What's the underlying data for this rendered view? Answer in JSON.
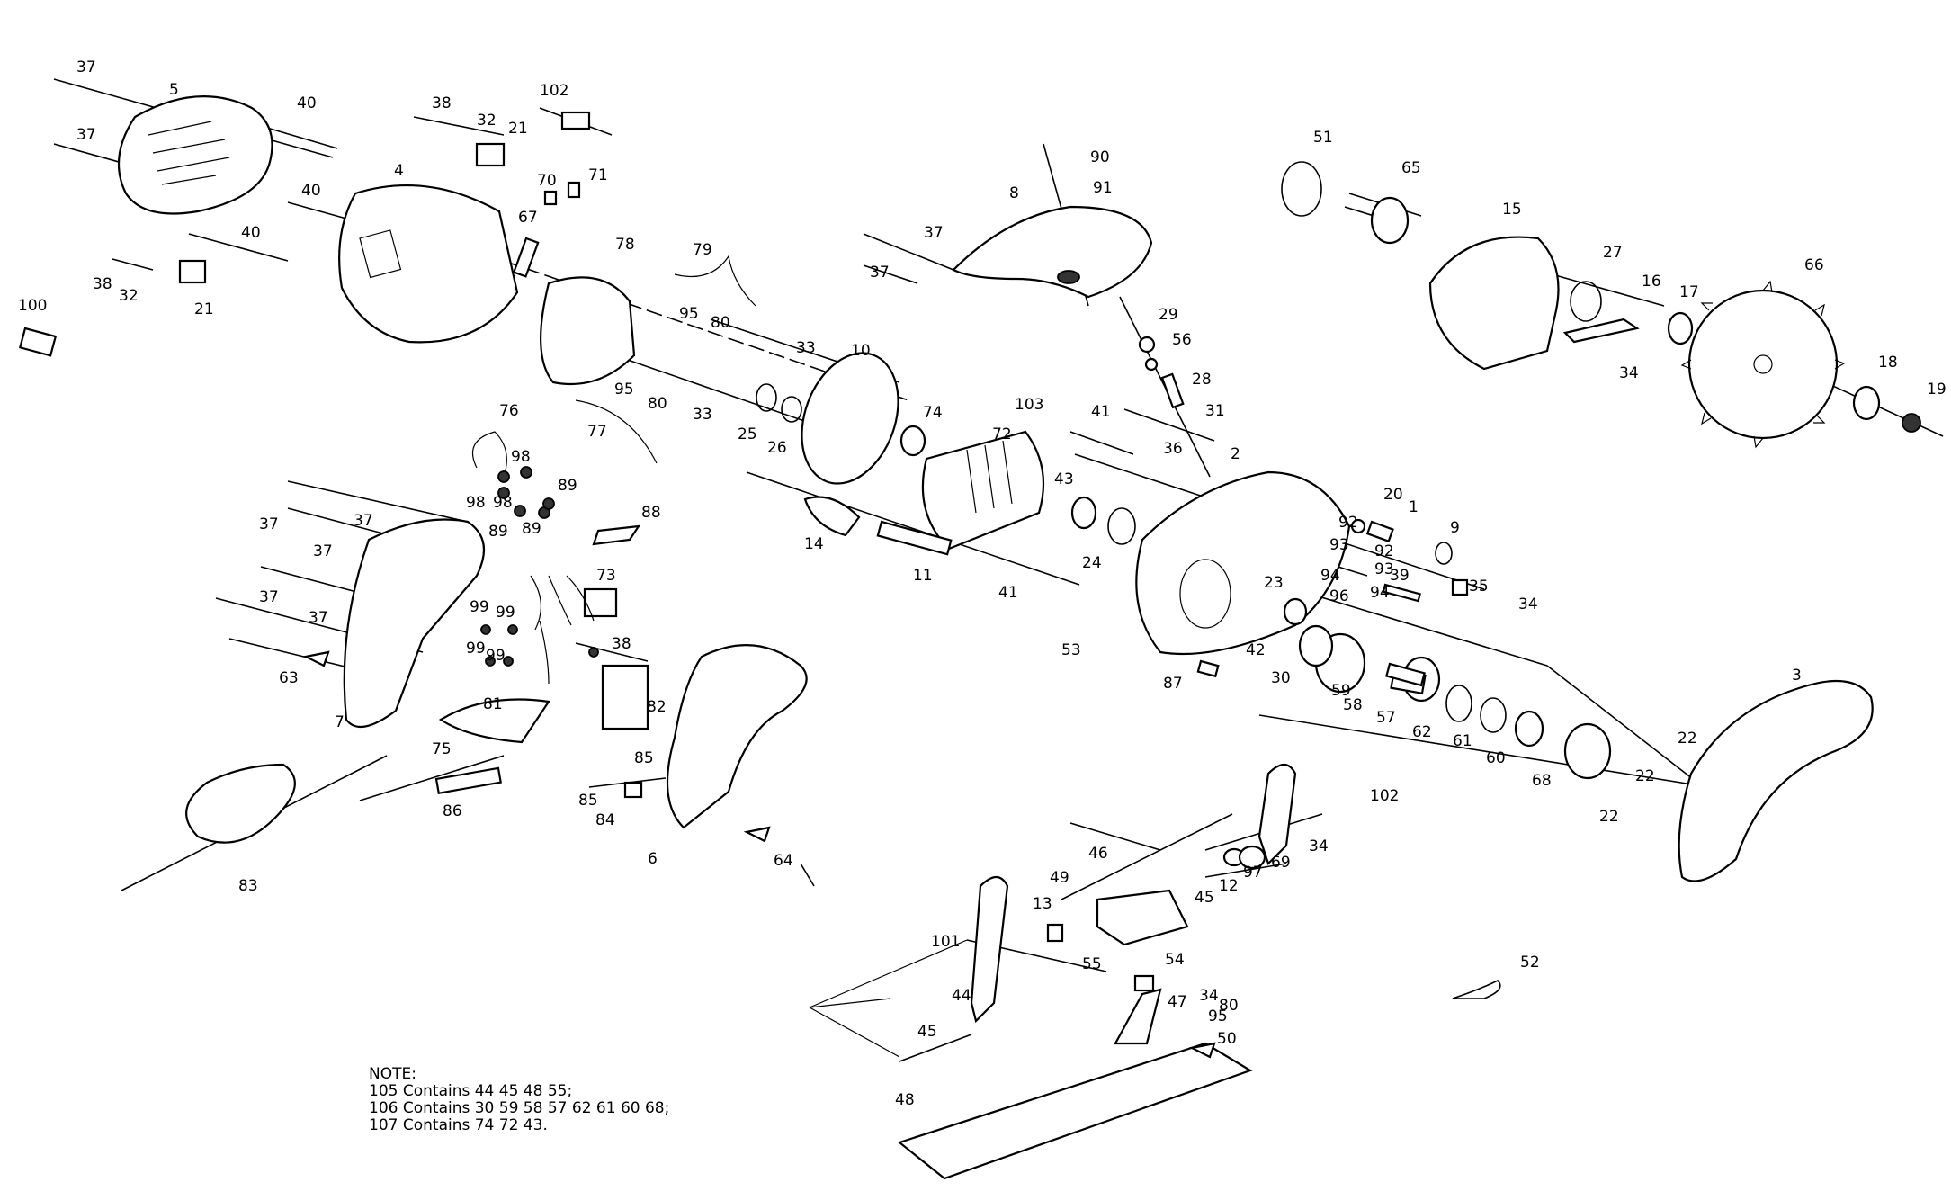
{
  "callouts": [
    "37",
    "5",
    "40",
    "37",
    "40",
    "40",
    "38",
    "32",
    "21",
    "102",
    "4",
    "70",
    "71",
    "67",
    "78",
    "38",
    "32",
    "21",
    "100",
    "79",
    "95",
    "80",
    "33",
    "10",
    "90",
    "91",
    "8",
    "37",
    "37",
    "51",
    "65",
    "15",
    "27",
    "16",
    "17",
    "66",
    "34",
    "18",
    "19",
    "29",
    "56",
    "28",
    "31",
    "74",
    "103",
    "72",
    "41",
    "95",
    "80",
    "33",
    "25",
    "26",
    "76",
    "98",
    "98",
    "98",
    "89",
    "89",
    "89",
    "77",
    "88",
    "37",
    "37",
    "37",
    "37",
    "37",
    "73",
    "99",
    "99",
    "99",
    "99",
    "38",
    "82",
    "63",
    "7",
    "81",
    "75",
    "86",
    "85",
    "85",
    "84",
    "83",
    "6",
    "64",
    "14",
    "11",
    "41",
    "43",
    "24",
    "36",
    "2",
    "20",
    "1",
    "9",
    "92",
    "93",
    "92",
    "94",
    "93",
    "96",
    "94",
    "39",
    "35",
    "34",
    "23",
    "42",
    "30",
    "59",
    "53",
    "87",
    "58",
    "57",
    "62",
    "61",
    "60",
    "102",
    "68",
    "22",
    "22",
    "22",
    "3",
    "34",
    "69",
    "97",
    "12",
    "46",
    "49",
    "45",
    "13",
    "55",
    "101",
    "54",
    "44",
    "47",
    "34",
    "80",
    "95",
    "50",
    "45",
    "48",
    "52"
  ],
  "note": {
    "heading": "NOTE:",
    "lines": [
      "105 Contains 44 45 48 55;",
      "106 Contains 30 59 58 57 62 61 60 68;",
      "107 Contains 74 72 43."
    ]
  }
}
